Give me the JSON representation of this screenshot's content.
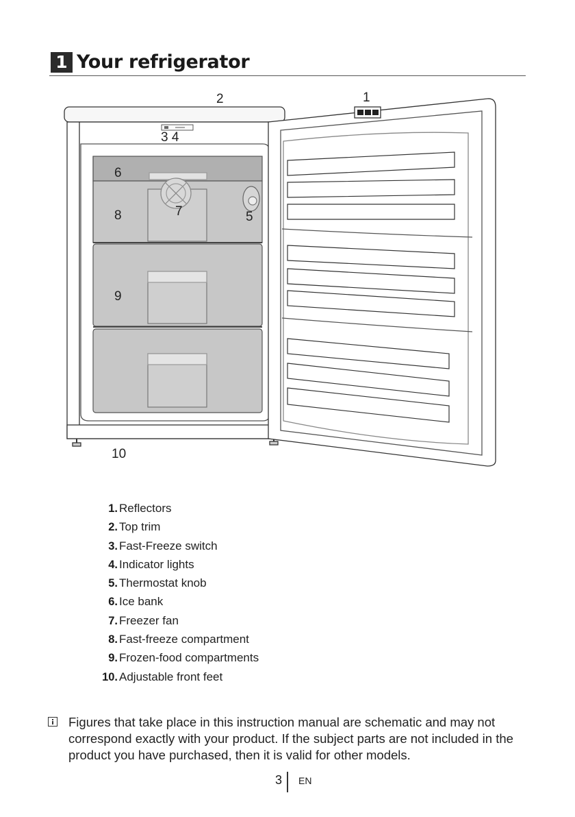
{
  "section": {
    "number": "1",
    "title": "Your refrigerator"
  },
  "figure": {
    "callouts": [
      "2",
      "1",
      "3 4",
      "6",
      "7",
      "8",
      "5",
      "9",
      "10"
    ]
  },
  "parts": [
    {
      "num": "1.",
      "label": "Reflectors"
    },
    {
      "num": "2.",
      "label": "Top trim"
    },
    {
      "num": "3.",
      "label": "Fast-Freeze switch"
    },
    {
      "num": "4.",
      "label": "Indicator lights"
    },
    {
      "num": "5.",
      "label": "Thermostat knob"
    },
    {
      "num": "6.",
      "label": "Ice bank"
    },
    {
      "num": "7.",
      "label": "Freezer fan"
    },
    {
      "num": "8.",
      "label": "Fast-freeze compartment"
    },
    {
      "num": "9.",
      "label": "Frozen-food compartments"
    },
    {
      "num": "10.",
      "label": "Adjustable front feet"
    }
  ],
  "note": {
    "icon": "info-icon",
    "text": "Figures that take place in this instruction manual are schematic and may not correspond exactly with your product. If the subject parts are not included in the product you have purchased, then it is valid for other models."
  },
  "footer": {
    "page": "3",
    "lang": "EN"
  }
}
